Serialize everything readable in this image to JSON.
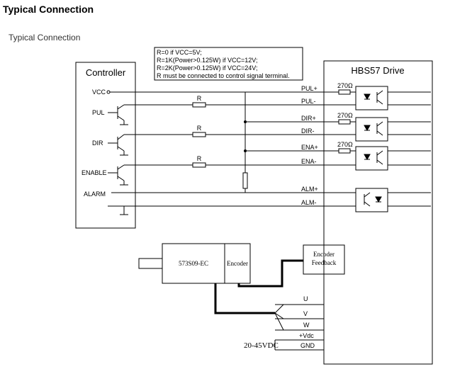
{
  "header": {
    "title": "Typical Connection",
    "subtitle": "Typical Connection"
  },
  "note": {
    "lines": [
      "R=0 if VCC=5V;",
      "R=1K(Power>0.125W) if VCC=12V;",
      "R=2K(Power>0.125W) if VCC=24V;",
      "R must be connected to control signal terminal."
    ]
  },
  "controller": {
    "title": "Controller",
    "signals": {
      "vcc": "VCC",
      "pul": "PUL",
      "dir": "DIR",
      "enable": "ENABLE",
      "alarm": "ALARM"
    },
    "resistor_label": "R"
  },
  "drive": {
    "title": "HBS57 Drive",
    "terminals": {
      "pul_pos": "PUL+",
      "pul_neg": "PUL-",
      "dir_pos": "DIR+",
      "dir_neg": "DIR-",
      "ena_pos": "ENA+",
      "ena_neg": "ENA-",
      "alm_pos": "ALM+",
      "alm_neg": "ALM-",
      "u": "U",
      "v": "V",
      "w": "W",
      "vdc": "+Vdc",
      "gnd": "GND"
    },
    "internal_resistor_label": "270Ω"
  },
  "motor": {
    "model": "573S09-EC",
    "encoder": "Encoder"
  },
  "encoder_feedback": {
    "line1": "Encoder",
    "line2": "Feedback"
  },
  "power": {
    "label": "20-45VDC"
  }
}
